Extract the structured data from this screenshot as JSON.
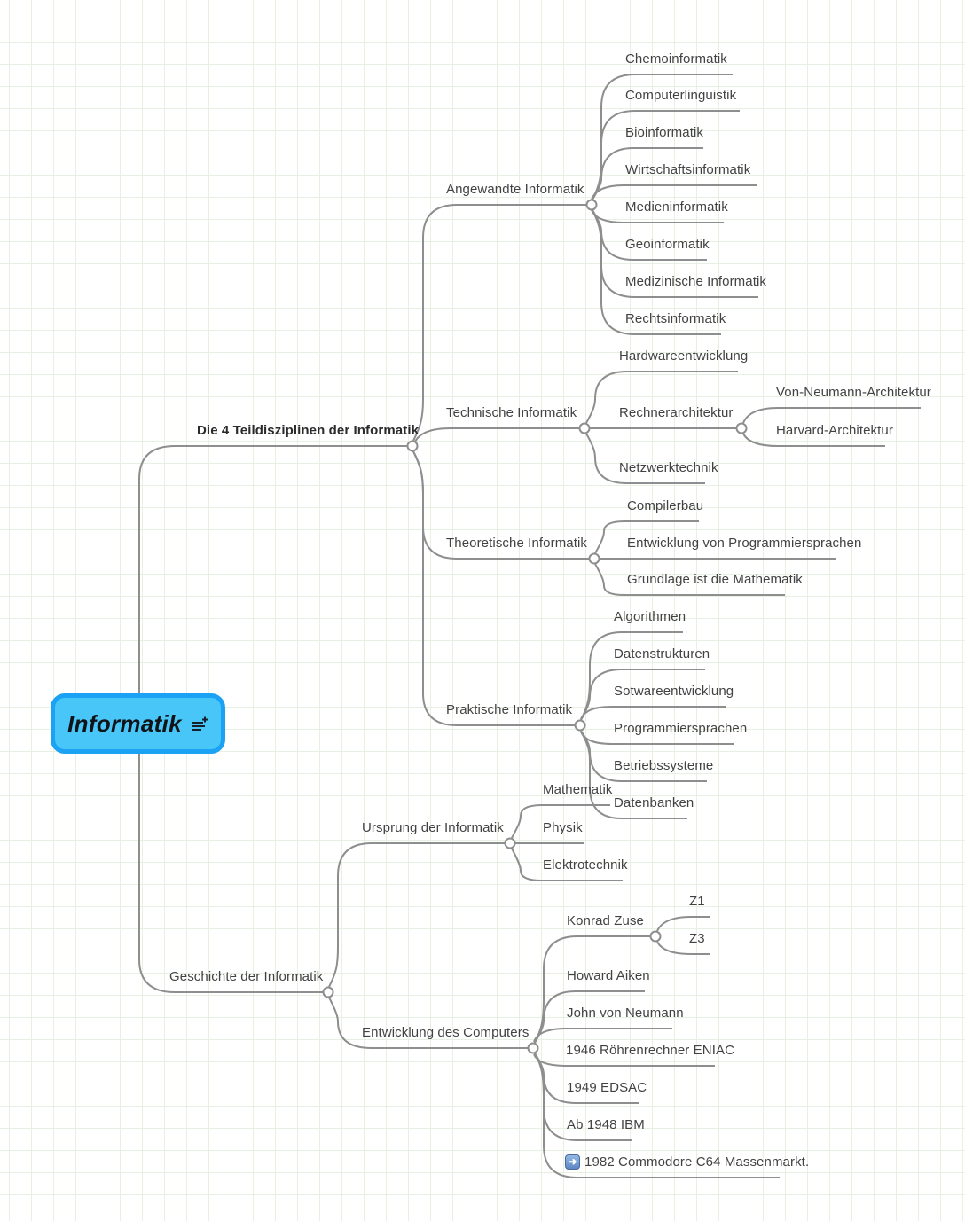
{
  "app": {
    "type": "mindmap",
    "colors": {
      "root_fill": "#49c6f8",
      "root_border": "#1ba2f4",
      "connector_line": "#8e8e8e",
      "label_text": "#424242",
      "grid_line": "#e8f0e1",
      "bullet_icon_blue": "#5d87c6"
    }
  },
  "mindmap": {
    "root": {
      "label": "Informatik",
      "icon": "add-note-icon"
    },
    "branches": [
      {
        "label": "Die 4 Teildisziplinen der Informatik",
        "children": [
          {
            "label": "Angewandte Informatik",
            "children": [
              {
                "label": "Chemoinformatik"
              },
              {
                "label": "Computerlinguistik"
              },
              {
                "label": "Bioinformatik"
              },
              {
                "label": "Wirtschaftsinformatik"
              },
              {
                "label": "Medieninformatik"
              },
              {
                "label": "Geoinformatik"
              },
              {
                "label": "Medizinische Informatik"
              },
              {
                "label": "Rechtsinformatik"
              }
            ]
          },
          {
            "label": "Technische Informatik",
            "children": [
              {
                "label": "Hardwareentwicklung"
              },
              {
                "label": "Rechnerarchitektur",
                "children": [
                  {
                    "label": "Von-Neumann-Architektur"
                  },
                  {
                    "label": "Harvard-Architektur"
                  }
                ]
              },
              {
                "label": "Netzwerktechnik"
              }
            ]
          },
          {
            "label": "Theoretische Informatik",
            "children": [
              {
                "label": "Compilerbau"
              },
              {
                "label": "Entwicklung von Programmiersprachen"
              },
              {
                "label": "Grundlage ist die Mathematik"
              }
            ]
          },
          {
            "label": "Praktische Informatik",
            "children": [
              {
                "label": "Algorithmen"
              },
              {
                "label": "Datenstrukturen"
              },
              {
                "label": "Sotwareentwicklung"
              },
              {
                "label": "Programmiersprachen"
              },
              {
                "label": "Betriebssysteme"
              },
              {
                "label": "Datenbanken"
              }
            ]
          }
        ]
      },
      {
        "label": "Geschichte der Informatik",
        "children": [
          {
            "label": "Ursprung der Informatik",
            "children": [
              {
                "label": "Mathematik"
              },
              {
                "label": "Physik"
              },
              {
                "label": "Elektrotechnik"
              }
            ]
          },
          {
            "label": "Entwicklung des Computers",
            "children": [
              {
                "label": "Konrad Zuse",
                "children": [
                  {
                    "label": "Z1"
                  },
                  {
                    "label": "Z3"
                  }
                ]
              },
              {
                "label": "Howard Aiken"
              },
              {
                "label": "John von Neumann"
              },
              {
                "label": "1946 Röhrenrechner ENIAC"
              },
              {
                "label": "1949 EDSAC"
              },
              {
                "label": "Ab 1948 IBM"
              },
              {
                "label": "1982 Commodore C64 Massenmarkt.",
                "icon": "arrow-right-icon",
                "bullet_glyph": "➜"
              }
            ]
          }
        ]
      }
    ]
  }
}
